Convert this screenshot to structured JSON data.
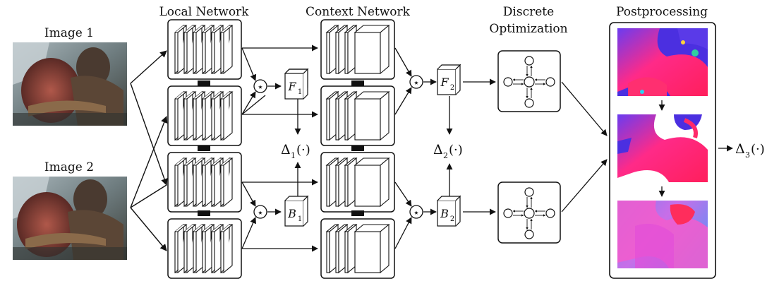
{
  "headers": {
    "local_network": "Local Network",
    "context_network": "Context Network",
    "discrete_line1": "Discrete",
    "discrete_line2": "Optimization",
    "postprocessing": "Postprocessing"
  },
  "inputs": {
    "image1_label": "Image 1",
    "image2_label": "Image 2"
  },
  "correlation_symbol": "⋆",
  "volumes": {
    "f1": {
      "letter": "F",
      "sub": "1"
    },
    "b1": {
      "letter": "B",
      "sub": "1"
    },
    "f2": {
      "letter": "F",
      "sub": "2"
    },
    "b2": {
      "letter": "B",
      "sub": "2"
    }
  },
  "outputs": {
    "delta1": {
      "letter": "Δ",
      "sub": "1",
      "arg": "(·)"
    },
    "delta2": {
      "letter": "Δ",
      "sub": "2",
      "arg": "(·)"
    },
    "delta3": {
      "letter": "Δ",
      "sub": "3",
      "arg": "(·)"
    }
  },
  "colors": {
    "flow_magenta": "#ff1f6e",
    "flow_blue": "#4a2ee0",
    "stroke": "#111111"
  }
}
